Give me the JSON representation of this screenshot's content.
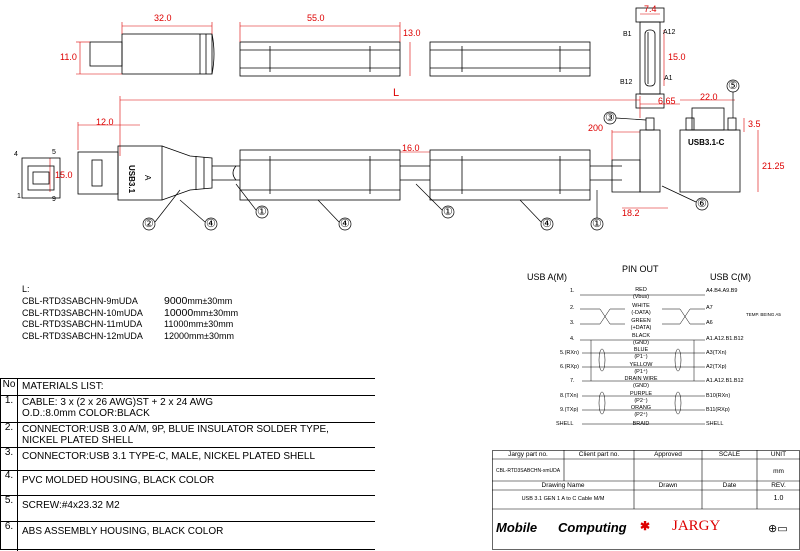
{
  "dimensions": {
    "plug_a_length": "32.0",
    "plug_a_height": "11.0",
    "housing_length": "55.0",
    "housing_height": "13.0",
    "typec_pitch": "7.4",
    "typec_height": "15.0",
    "cable_length_symbol": "L",
    "plug_a_tip": "12.0",
    "plug_a_width": "15.0",
    "cable_dia": "16.0",
    "cable_200": "200",
    "typec_offset": "6.65",
    "typec_22": "22.0",
    "typec_3_5": "3.5",
    "typec_21_25": "21.25",
    "typec_18_2": "18.2"
  },
  "typec_pins": [
    "A12",
    "B1",
    "B12",
    "A1"
  ],
  "plug_a_pins": [
    "4",
    "5",
    "1",
    "9"
  ],
  "plug_a_label": [
    "USB3.1",
    "A"
  ],
  "typec_label": "USB3.1-C",
  "callouts": [
    "①",
    "②",
    "③",
    "④",
    "⑤",
    "⑥"
  ],
  "lengths": {
    "heading": "L:",
    "rows": [
      {
        "pn": "CBL-RTD3SABCHN-9mUDA",
        "big": "9000",
        "rest": "mm±30mm"
      },
      {
        "pn": "CBL-RTD3SABCHN-10mUDA",
        "big": "10000",
        "rest": "mm±30mm"
      },
      {
        "pn": "CBL-RTD3SABCHN-11mUDA",
        "big": "11000",
        "rest": "mm±30mm"
      },
      {
        "pn": "CBL-RTD3SABCHN-12mUDA",
        "big": "12000",
        "rest": "mm±30mm"
      }
    ]
  },
  "pinout": {
    "title": "PIN OUT",
    "left_header": "USB A(M)",
    "right_header": "USB C(M)",
    "rows": [
      {
        "left": "1.",
        "name": "RED",
        "sub": "(Vbus)",
        "right": "A4.B4.A9.B9"
      },
      {
        "left": "2.",
        "name": "WHITE",
        "sub": "(-DATA)",
        "right": "A7"
      },
      {
        "left": "3.",
        "name": "GREEN",
        "sub": "(+DATA)",
        "right": "A6"
      },
      {
        "left": "4.",
        "name": "BLACK",
        "sub": "(GND)",
        "right": "A1.A12.B1.B12"
      },
      {
        "left": "5.(RXn)",
        "name": "BLUE",
        "sub": "(P1⁻)",
        "right": "A3(TXn)"
      },
      {
        "left": "6.(RXp)",
        "name": "YELLOW",
        "sub": "(P1⁺)",
        "right": "A2(TXp)"
      },
      {
        "left": "7.",
        "name": "DRAIN WIRE",
        "sub": "(GND)",
        "right": "A1.A12.B1.B12"
      },
      {
        "left": "8.(TXn)",
        "name": "PURPLE",
        "sub": "(P2⁻)",
        "right": "B10(RXn)"
      },
      {
        "left": "9.(TXp)",
        "name": "ORANG",
        "sub": "(P2⁺)",
        "right": "B11(RXp)"
      },
      {
        "left": "SHELL",
        "name": "BRAID",
        "sub": "",
        "right": "SHELL"
      }
    ],
    "note": "TEMP. BEING A5"
  },
  "materials": {
    "no_header": "No",
    "header": "MATERIALS LIST:",
    "items": [
      {
        "no": "1.",
        "lines": [
          "CABLE: 3 x (2 x 26 AWG)ST + 2 x 24 AWG",
          "O.D.:8.0mm COLOR:BLACK"
        ]
      },
      {
        "no": "2.",
        "lines": [
          "CONNECTOR:USB 3.0 A/M, 9P, BLUE INSULATOR SOLDER TYPE,",
          "NICKEL PLATED SHELL"
        ]
      },
      {
        "no": "3.",
        "lines": [
          "CONNECTOR:USB 3.1 TYPE-C, MALE, NICKEL PLATED SHELL"
        ]
      },
      {
        "no": "4.",
        "lines": [
          "PVC MOLDED HOUSING, BLACK COLOR"
        ]
      },
      {
        "no": "5.",
        "lines": [
          "SCREW:#4x23.32 M2"
        ]
      },
      {
        "no": "6.",
        "lines": [
          "ABS ASSEMBLY HOUSING, BLACK COLOR"
        ]
      }
    ]
  },
  "title_block": {
    "h_jargy": "Jargy part no.",
    "h_client": "Client part no.",
    "h_approved": "Approved",
    "h_scale": "SCALE",
    "h_unit": "UNIT",
    "part_no": "CBL-RTD3SABCHN-xmUDA",
    "unit": "mm",
    "h_drawing_name": "Drawing Name",
    "h_drawn": "Drawn",
    "h_date": "Date",
    "h_rev": "REV.",
    "drawing_name": "USB 3.1 GEN 1 A to C Cable M/M",
    "rev": "1.0",
    "brand_mobile": "Mobile",
    "brand_computing": "Computing",
    "brand_jargy": "JARGY"
  },
  "colors": {
    "dimension": "#dd0000",
    "line": "#000000"
  }
}
